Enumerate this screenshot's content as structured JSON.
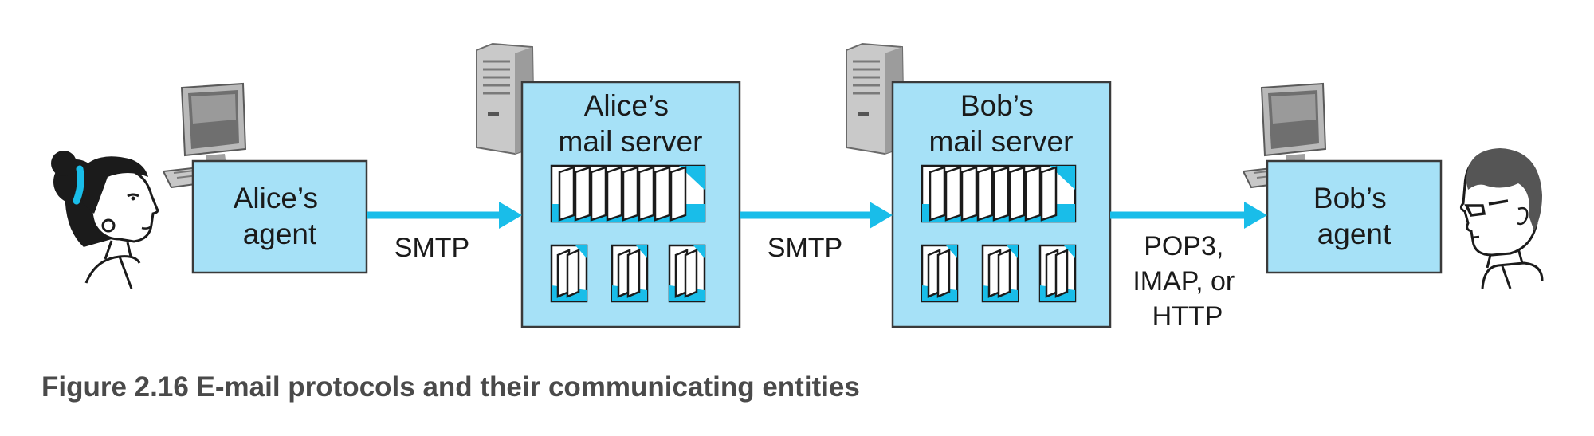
{
  "diagram": {
    "alice_agent": {
      "lines": [
        "Alice’s",
        "agent"
      ]
    },
    "alice_server": {
      "lines": [
        "Alice’s",
        "mail server"
      ]
    },
    "bob_server": {
      "lines": [
        "Bob’s",
        "mail server"
      ]
    },
    "bob_agent": {
      "lines": [
        "Bob’s",
        "agent"
      ]
    },
    "link1_label": "SMTP",
    "link2_label": "SMTP",
    "link3_label": {
      "lines": [
        "POP3,",
        "IMAP, or",
        "HTTP"
      ]
    }
  },
  "caption": "Figure 2.16 E-mail protocols and their communicating entities",
  "colors": {
    "box_fill": "#a6e1f7",
    "box_stroke": "#3a3a3a",
    "arrow": "#19bde9",
    "queue_accent": "#19bde9"
  },
  "icons": [
    "person-alice-icon",
    "computer-icon",
    "server-tower-icon",
    "mail-queue-icon",
    "mailbox-icon",
    "person-bob-icon"
  ]
}
